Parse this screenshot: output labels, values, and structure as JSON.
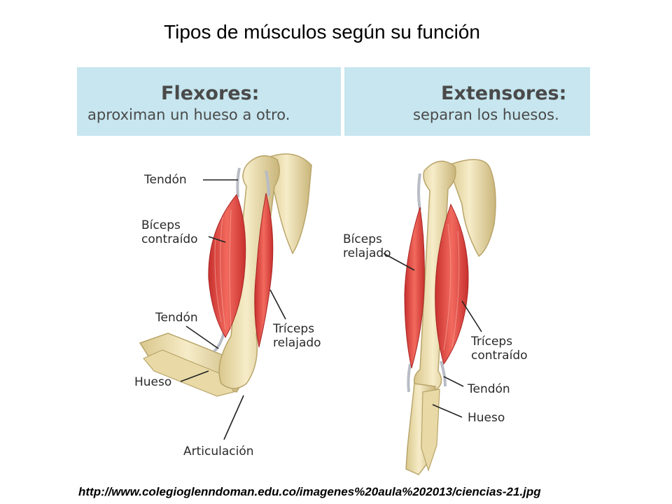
{
  "title": "Tipos de músculos según su función",
  "panels": {
    "flexors": {
      "heading": "Flexores:",
      "subtitle": "aproximan un hueso a otro."
    },
    "extensors": {
      "heading": "Extensores:",
      "subtitle": "separan los huesos."
    }
  },
  "left_labels": {
    "tendon_top": "Tendón",
    "biceps_line1": "Bíceps",
    "biceps_line2": "contraído",
    "tendon_bottom": "Tendón",
    "triceps_line1": "Tríceps",
    "triceps_line2": "relajado",
    "bone": "Hueso",
    "joint": "Articulación"
  },
  "right_labels": {
    "biceps_line1": "Bíceps",
    "biceps_line2": "relajado",
    "triceps_line1": "Tríceps",
    "triceps_line2": "contraído",
    "tendon": "Tendón",
    "bone": "Hueso"
  },
  "source_url": "http://www.colegioglenndoman.edu.co/imagenes%20aula%202013/ciencias-21.jpg",
  "colors": {
    "panel": "#c7e6ef",
    "bone": "#efe2b4",
    "bone_shadow": "#c9b57a",
    "muscle": "#e0403c",
    "muscle_light": "#f26a5e",
    "tendon": "#b8bcc4",
    "leader_line": "#222222"
  }
}
